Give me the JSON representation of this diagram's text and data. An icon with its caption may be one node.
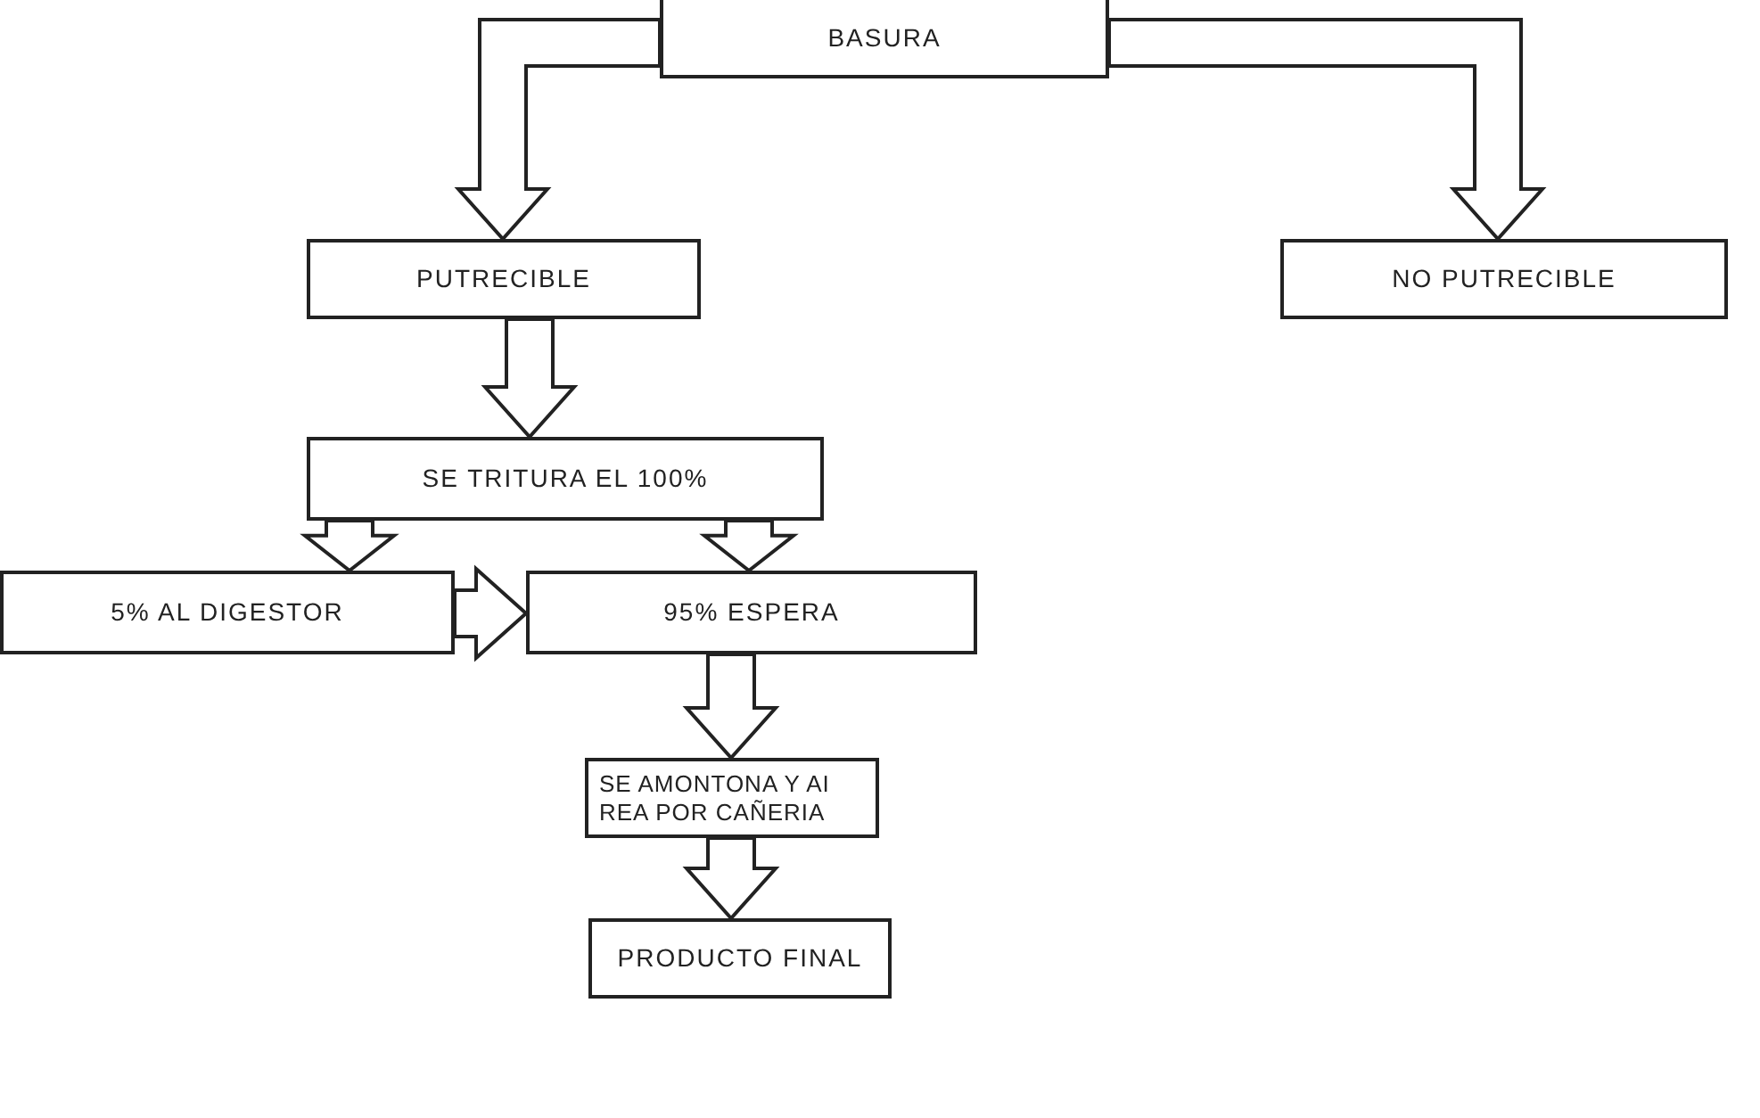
{
  "diagram": {
    "nodes": [
      {
        "text": [
          "BASURA"
        ]
      },
      {
        "text": [
          "PUTRECIBLE"
        ]
      },
      {
        "text": [
          "NO PUTRECIBLE"
        ]
      },
      {
        "text": [
          "SE TRITURA EL 100%"
        ]
      },
      {
        "text": [
          "5% AL DIGESTOR"
        ]
      },
      {
        "text": [
          "95% ESPERA"
        ]
      },
      {
        "text": [
          "SE AMONTONA Y AI REA POR CAÑERIA"
        ]
      },
      {
        "text": [
          "PRODUCTO FINAL"
        ]
      }
    ],
    "edges": [
      {
        "from": 0,
        "to": 1,
        "arrow": "to"
      },
      {
        "from": 0,
        "to": 2,
        "arrow": "to"
      },
      {
        "from": 1,
        "to": 3,
        "arrow": "to"
      },
      {
        "from": 3,
        "to": 4,
        "arrow": "to"
      },
      {
        "from": 3,
        "to": 5,
        "arrow": "to"
      },
      {
        "from": 4,
        "to": 5,
        "arrow": "to"
      },
      {
        "from": 5,
        "to": 6,
        "arrow": "to"
      },
      {
        "from": 6,
        "to": 7,
        "arrow": "to"
      }
    ]
  }
}
